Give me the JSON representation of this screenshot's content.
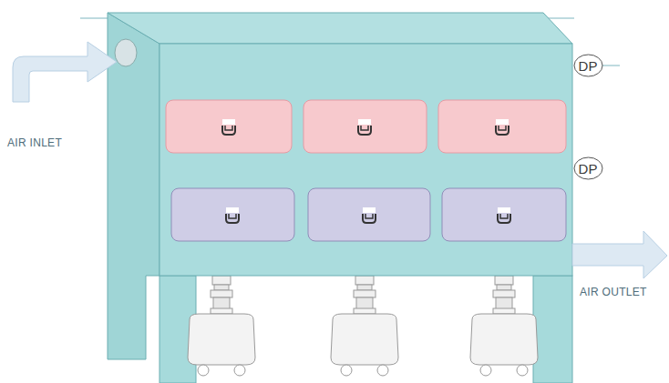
{
  "diagram": {
    "nodes": [
      {
        "text": [
          "DP"
        ]
      },
      {
        "text": [
          "DP"
        ]
      }
    ],
    "labels": [
      "AIR INLET",
      "AIR OUTLET"
    ]
  }
}
